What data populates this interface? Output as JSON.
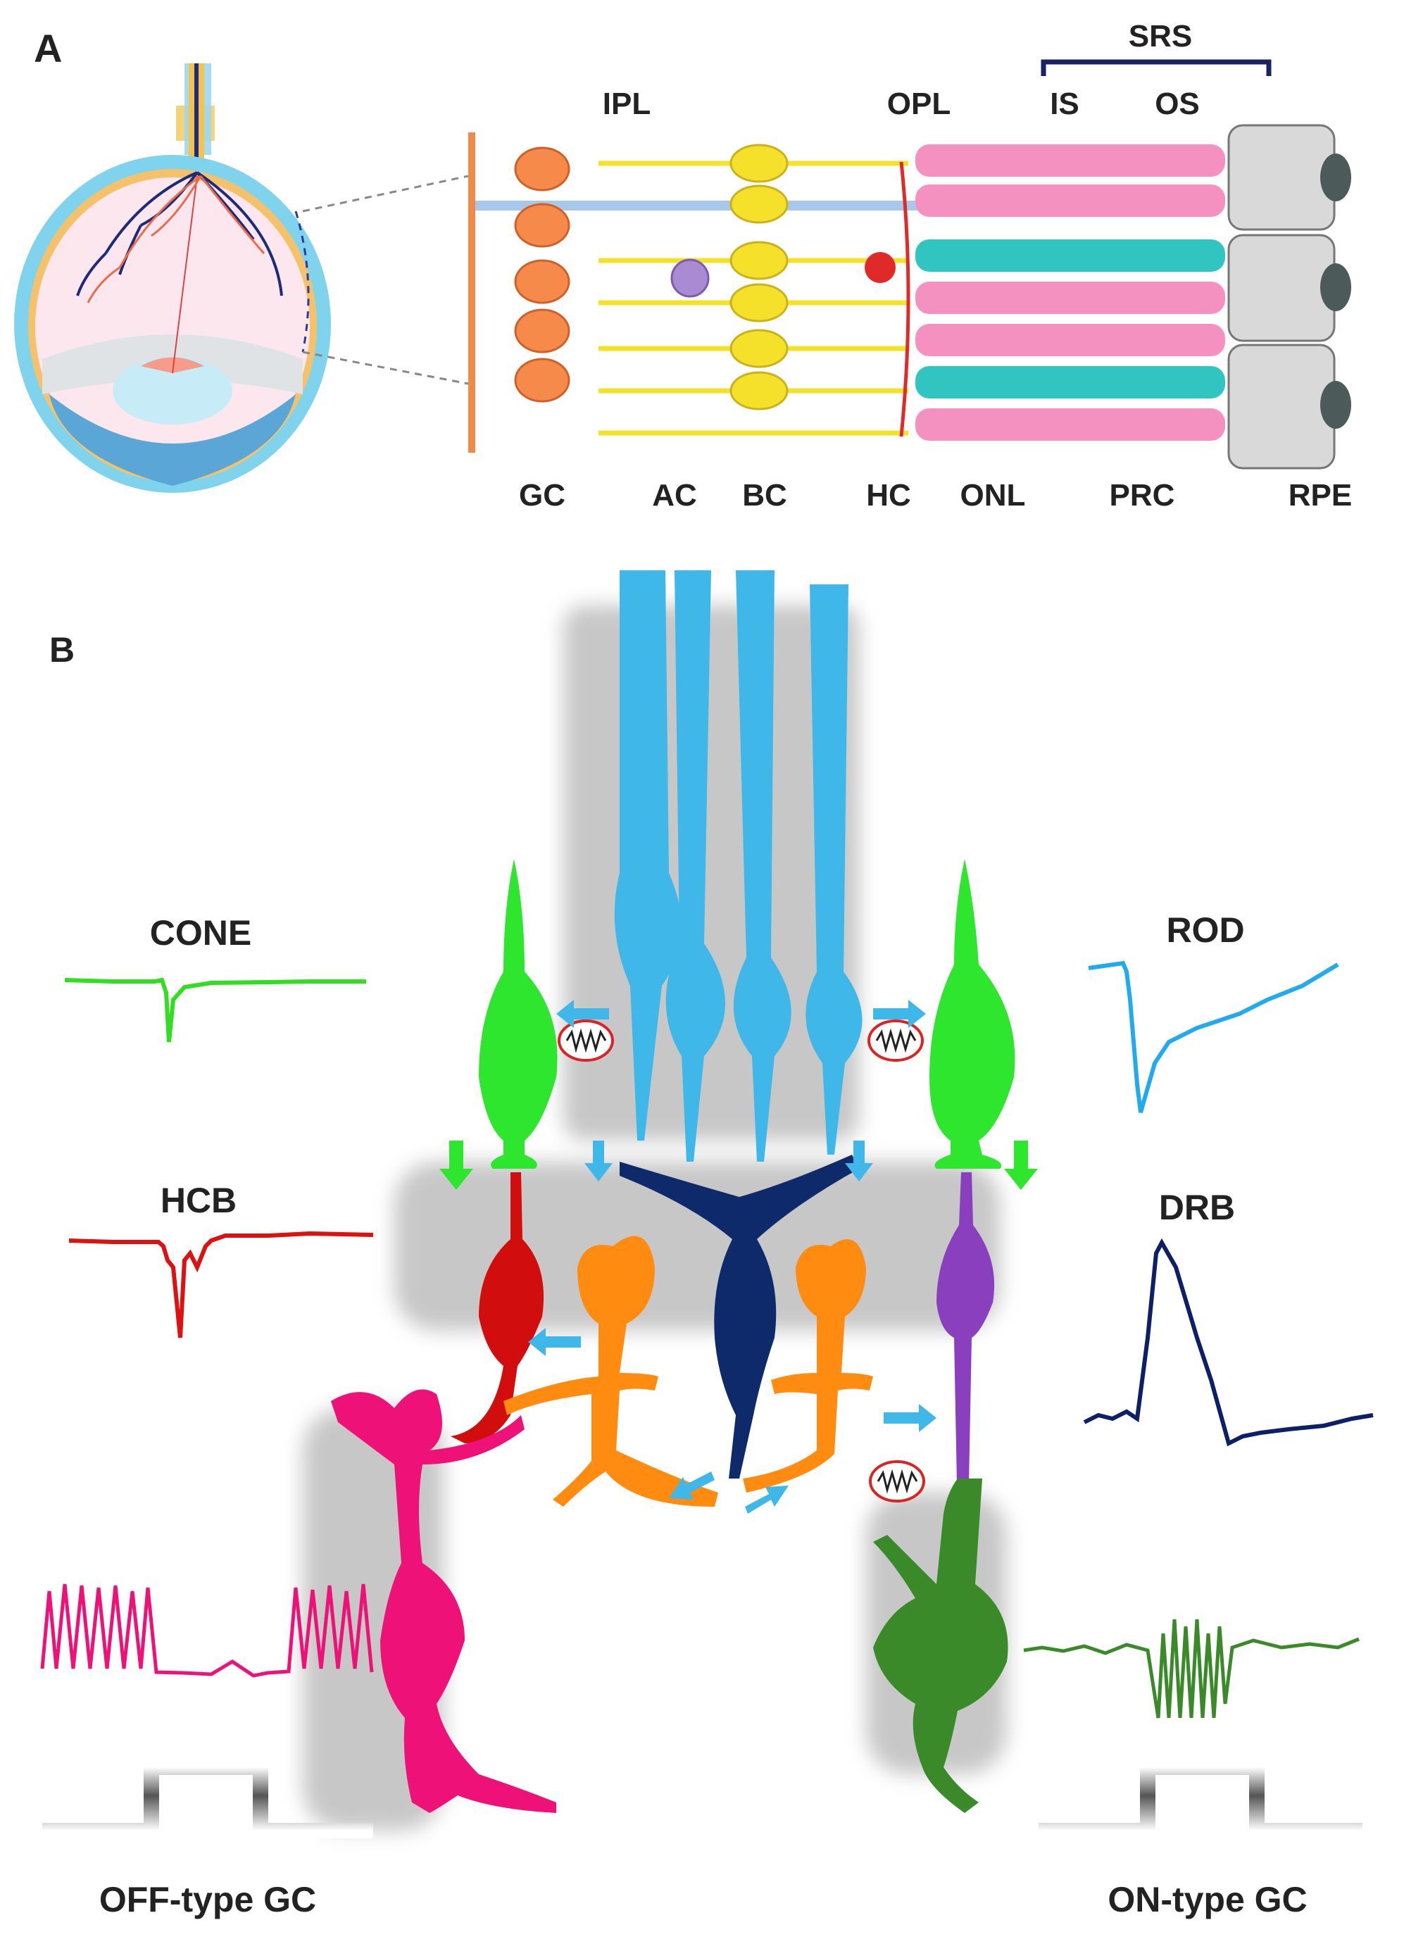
{
  "panel_a": {
    "letter": "A",
    "bracket_label": "SRS",
    "top_labels": {
      "ipl": "IPL",
      "opl": "OPL",
      "is": "IS",
      "os": "OS"
    },
    "bottom_labels": {
      "gc": "GC",
      "ac": "AC",
      "bc": "BC",
      "hc": "HC",
      "onl": "ONL",
      "prc": "PRC",
      "rpe": "RPE"
    }
  },
  "panel_b": {
    "letter": "B",
    "traces": {
      "cone": {
        "label": "CONE",
        "color": "#33dd22"
      },
      "hcb": {
        "label": "HCB",
        "color": "#dd1111"
      },
      "rod": {
        "label": "ROD",
        "color": "#22aaee"
      },
      "drb": {
        "label": "DRB",
        "color": "#0d1f66"
      },
      "off_gc": {
        "label": "OFF-type GC",
        "color": "#ee1177"
      },
      "on_gc": {
        "label": "ON-type GC",
        "color": "#3a8a2a"
      }
    },
    "cell_colors": {
      "rod": "#3fb7e8",
      "cone": "#2ee62e",
      "off_bipolar": "#d10d0d",
      "on_bipolar": "#8a3fbf",
      "rod_bipolar": "#0f2a6b",
      "amacrine": "#ff8c10",
      "off_ganglion": "#ee1177",
      "on_ganglion": "#3a8a2a"
    }
  }
}
